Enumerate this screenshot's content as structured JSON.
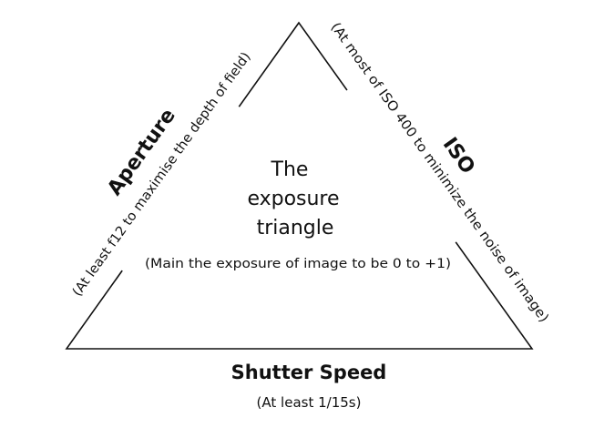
{
  "diagram": {
    "center": {
      "title_lines": [
        "The",
        "exposure",
        "triangle"
      ],
      "note": "(Main the exposure of image to be 0 to +1)"
    },
    "aperture": {
      "label": "Aperture",
      "note": "(At least f12 to maximise the depth of field)"
    },
    "iso": {
      "label": "ISO",
      "note": "(At most of ISO 400 to minimize the noise of image)"
    },
    "shutter": {
      "label": "Shutter Speed",
      "note": "(At least 1/15s)"
    },
    "colors": {
      "stroke": "#111111",
      "background": "#ffffff"
    }
  }
}
